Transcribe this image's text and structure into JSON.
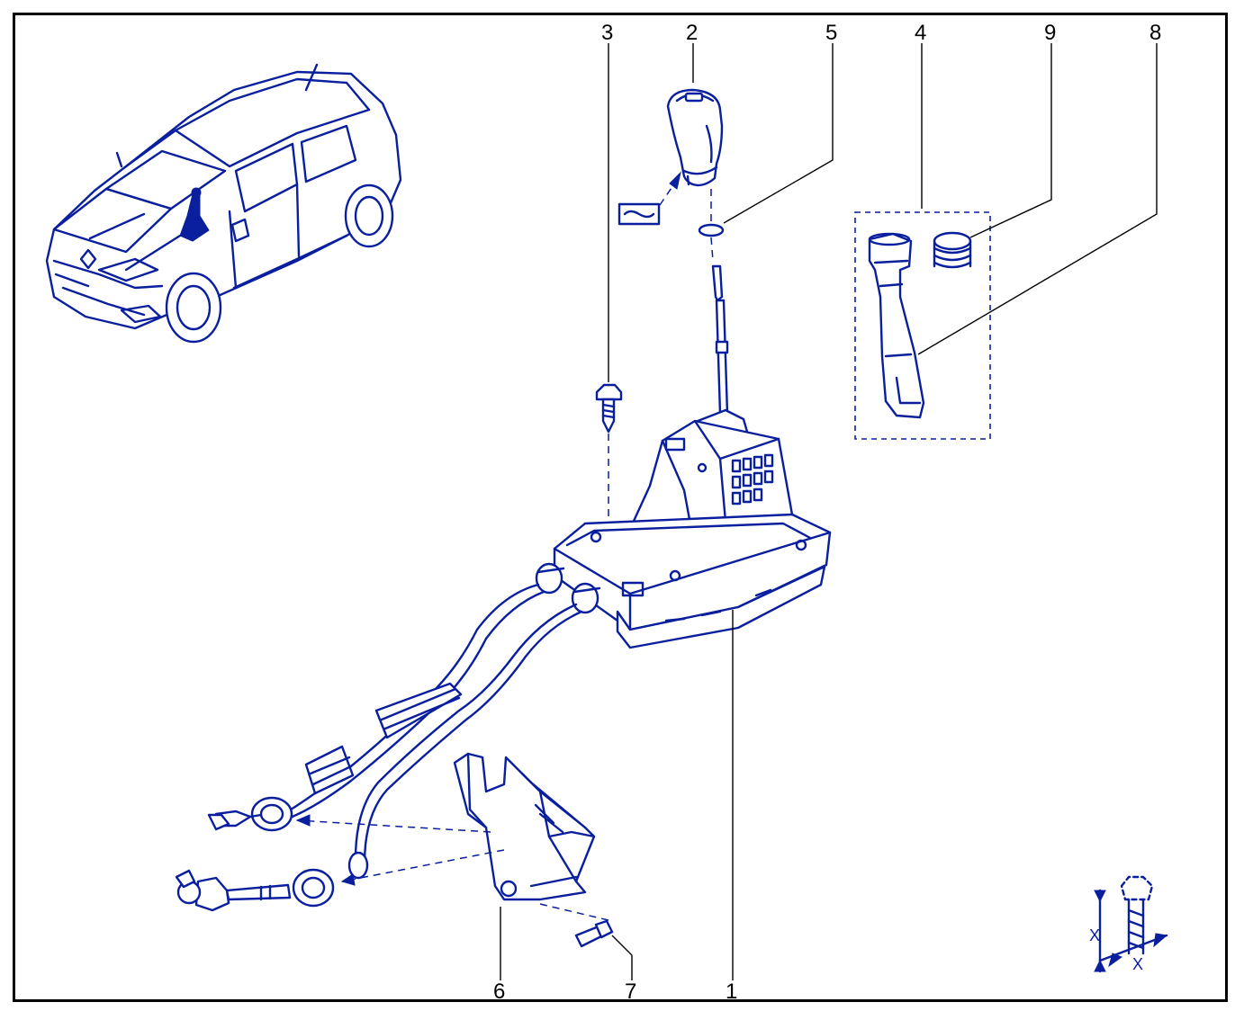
{
  "callouts": [
    {
      "id": "1",
      "text": "1"
    },
    {
      "id": "2",
      "text": "2"
    },
    {
      "id": "3",
      "text": "3"
    },
    {
      "id": "4",
      "text": "4"
    },
    {
      "id": "5",
      "text": "5"
    },
    {
      "id": "6",
      "text": "6"
    },
    {
      "id": "7",
      "text": "7"
    },
    {
      "id": "8",
      "text": "8"
    },
    {
      "id": "9",
      "text": "9"
    }
  ],
  "torque_symbol": {
    "dimension_a": "X",
    "dimension_b": "X"
  },
  "colors": {
    "line": "#0a1f9e",
    "text": "#000000",
    "frame": "#000000",
    "background": "#ffffff"
  }
}
